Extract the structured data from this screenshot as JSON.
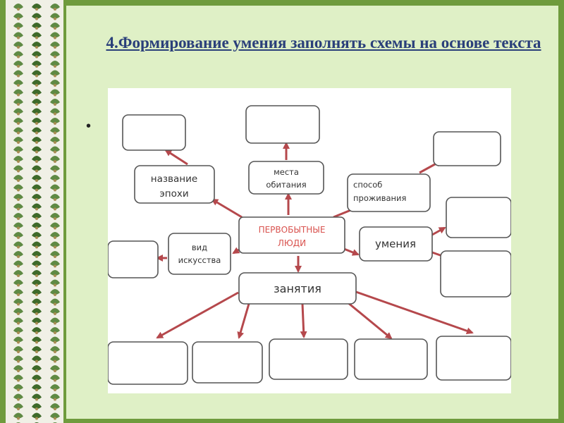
{
  "title": "4.Формирование умения заполнять схемы на основе текста",
  "bullet": "•",
  "diagram": {
    "center": {
      "lines": [
        "ПЕРВОБЫТНЫЕ",
        "ЛЮДИ"
      ],
      "color": "#d9534f"
    },
    "nodes": {
      "epoch": {
        "lines": [
          "название",
          "эпохи"
        ]
      },
      "habitat": {
        "lines": [
          "места",
          "обитания"
        ]
      },
      "living": {
        "lines": [
          "способ",
          "проживания"
        ]
      },
      "skills": {
        "lines": [
          "умения"
        ]
      },
      "art": {
        "lines": [
          "вид",
          "искусства"
        ]
      },
      "occupations": {
        "lines": [
          "занятия"
        ]
      }
    },
    "arrow_color": "#b5484c"
  }
}
